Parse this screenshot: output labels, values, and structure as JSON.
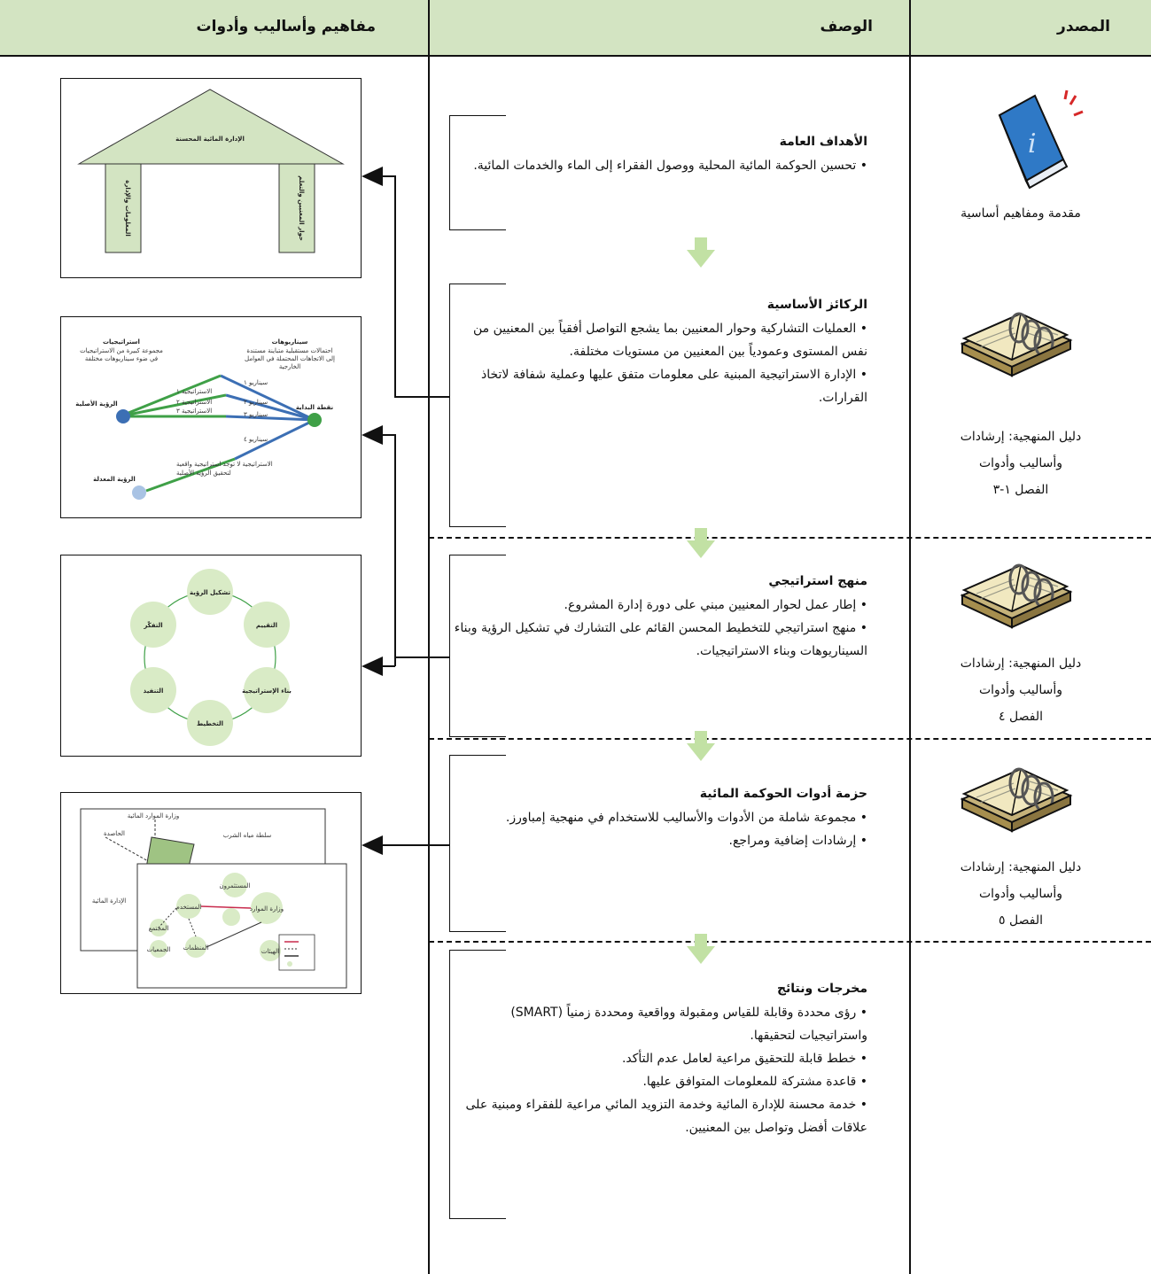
{
  "headers": {
    "concepts": "مفاهيم وأساليب وأدوات",
    "description": "الوصف",
    "source": "المصدر"
  },
  "blocks": [
    {
      "title": "الأهداف العامة",
      "items": [
        "تحسين الحوكمة المائية المحلية ووصول الفقراء إلى الماء والخدمات المائية."
      ]
    },
    {
      "title": "الركائز الأساسية",
      "items": [
        "العمليات التشاركية وحوار المعنيين بما يشجع التواصل أفقياً بين المعنيين من نفس المستوى وعمودياً بين المعنيين من مستويات مختلفة.",
        "الإدارة الاستراتيجية المبنية على معلومات متفق عليها وعملية شفافة لاتخاذ القرارات."
      ]
    },
    {
      "title": "منهج استراتيجي",
      "items": [
        "إطار عمل لحوار المعنيين مبني على دورة إدارة المشروع.",
        "منهج استراتيجي للتخطيط المحسن القائم على التشارك في تشكيل الرؤية وبناء السيناريوهات وبناء الاستراتيجيات."
      ]
    },
    {
      "title": "حزمة أدوات الحوكمة المائية",
      "items": [
        "مجموعة شاملة من الأدوات والأساليب للاستخدام في منهجية إمباورز.",
        "إرشادات إضافية ومراجع."
      ]
    },
    {
      "title": "مخرجات ونتائج",
      "items": [
        "رؤى محددة وقابلة للقياس ومقبولة وواقعية ومحددة زمنياً (SMART) واستراتيجيات لتحقيقها.",
        "خطط قابلة للتحقيق مراعية لعامل عدم التأكد.",
        "قاعدة مشتركة للمعلومات المتوافق عليها.",
        "خدمة محسنة للإدارة المائية وخدمة التزويد المائي مراعية للفقراء ومبنية على علاقات أفضل وتواصل بين المعنيين."
      ]
    }
  ],
  "sources": [
    {
      "icon": "info-book-icon",
      "lines": [
        "مقدمة ومفاهيم أساسية"
      ]
    },
    {
      "icon": "open-book-icon",
      "lines": [
        "دليل المنهجية: إرشادات",
        "وأساليب وأدوات",
        "الفصل ١-٣"
      ]
    },
    {
      "icon": "open-book-icon",
      "lines": [
        "دليل المنهجية: إرشادات",
        "وأساليب وأدوات",
        "الفصل ٤"
      ]
    },
    {
      "icon": "open-book-icon",
      "lines": [
        "دليل المنهجية: إرشادات",
        "وأساليب وأدوات",
        "الفصل ٥"
      ]
    }
  ],
  "thumb_house": {
    "roof": "الإدارة المائية المحسنة",
    "left_pillar": "المعلومات والإدارة",
    "right_pillar": "حوار المعنيين والتعلم"
  },
  "thumb_scenarios": {
    "scen_title": "سيناريوهات",
    "scen_desc": [
      "احتمالات مستقبلية متباينة مستندة",
      "إلى الاتجاهات المحتملة في العوامل",
      "الخارجية"
    ],
    "strat_title": "استراتيجيات",
    "strat_desc": [
      "مجموعة كبيرة من الاستراتيجيات",
      "في ضوء سيناريوهات مختلفة"
    ],
    "start": "نقطة البداية",
    "vision": "الرؤية الأصلية",
    "modified": "الرؤية المعدلة",
    "s1": "سيناريو ١",
    "s2": "سيناريو ٢",
    "s3": "سيناريو ٣",
    "s4": "سيناريو ٤",
    "t1": "الاستراتيجية ١",
    "t2": "الاستراتيجية ٢",
    "t3": "الاستراتيجية ٣",
    "t4a": "الاستراتيجية لا توجد استراتيجية واقعية",
    "t4b": "لتحقيق الرؤية الأصلية"
  },
  "thumb_cycle": {
    "steps": [
      "تشكيل الرؤية",
      "التقييم",
      "بناء الإستراتيجية",
      "التخطيط",
      "التنفيذ",
      "التفكّر"
    ]
  },
  "thumb_toolkit": {
    "labels": [
      "وزارة الموارد المائية",
      "الحاصدة",
      "سلطة مياه الشرب",
      "الإدارة المائية",
      "المستخدم",
      "المستثمرون",
      "وزارة الموارد",
      "الهيئات",
      "المنظمات",
      "المجتمع",
      "الجمعيات"
    ]
  }
}
